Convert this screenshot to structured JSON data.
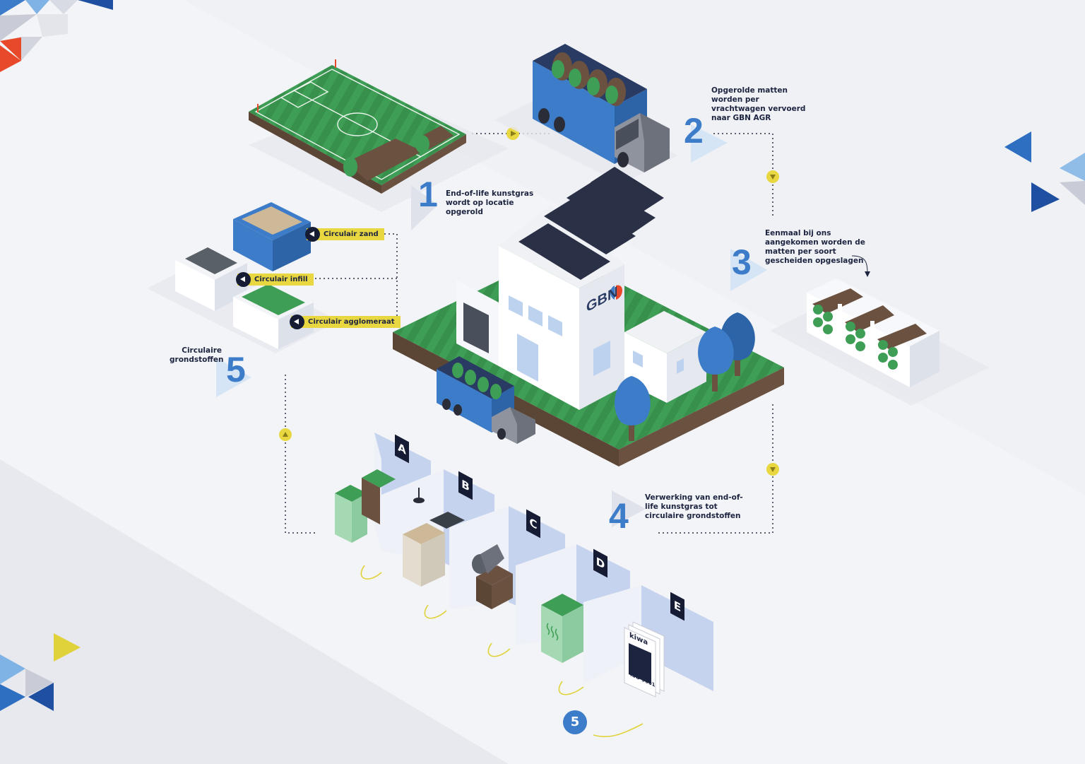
{
  "steps": [
    {
      "number": "1",
      "text": "End-of-life kunstgras wordt op locatie opgerold"
    },
    {
      "number": "2",
      "text": "Opgerolde matten worden per vrachtwagen vervoerd naar GBN AGR"
    },
    {
      "number": "3",
      "text": "Eenmaal bij ons aangekomen worden de matten per soort gescheiden opgeslagen"
    },
    {
      "number": "4",
      "text": "Verwerking van end-of-life kunstgras tot circulaire grondstoffen"
    },
    {
      "number": "5",
      "text": "Circulaire grondstoffen"
    }
  ],
  "materials": [
    {
      "label": "Circulair zand"
    },
    {
      "label": "Circulair infill"
    },
    {
      "label": "Circulair agglomeraat"
    }
  ],
  "rooms": [
    "A",
    "B",
    "C",
    "D",
    "E"
  ],
  "final_step": "5",
  "building_logo": "GBN",
  "certificate": {
    "brand": "kiwa",
    "standard": "ISO 9001"
  },
  "colors": {
    "accent_blue": "#3d7cc9",
    "navy": "#161c33",
    "yellow": "#e8d740",
    "grass": "#3f9e55",
    "red": "#e8492a"
  }
}
